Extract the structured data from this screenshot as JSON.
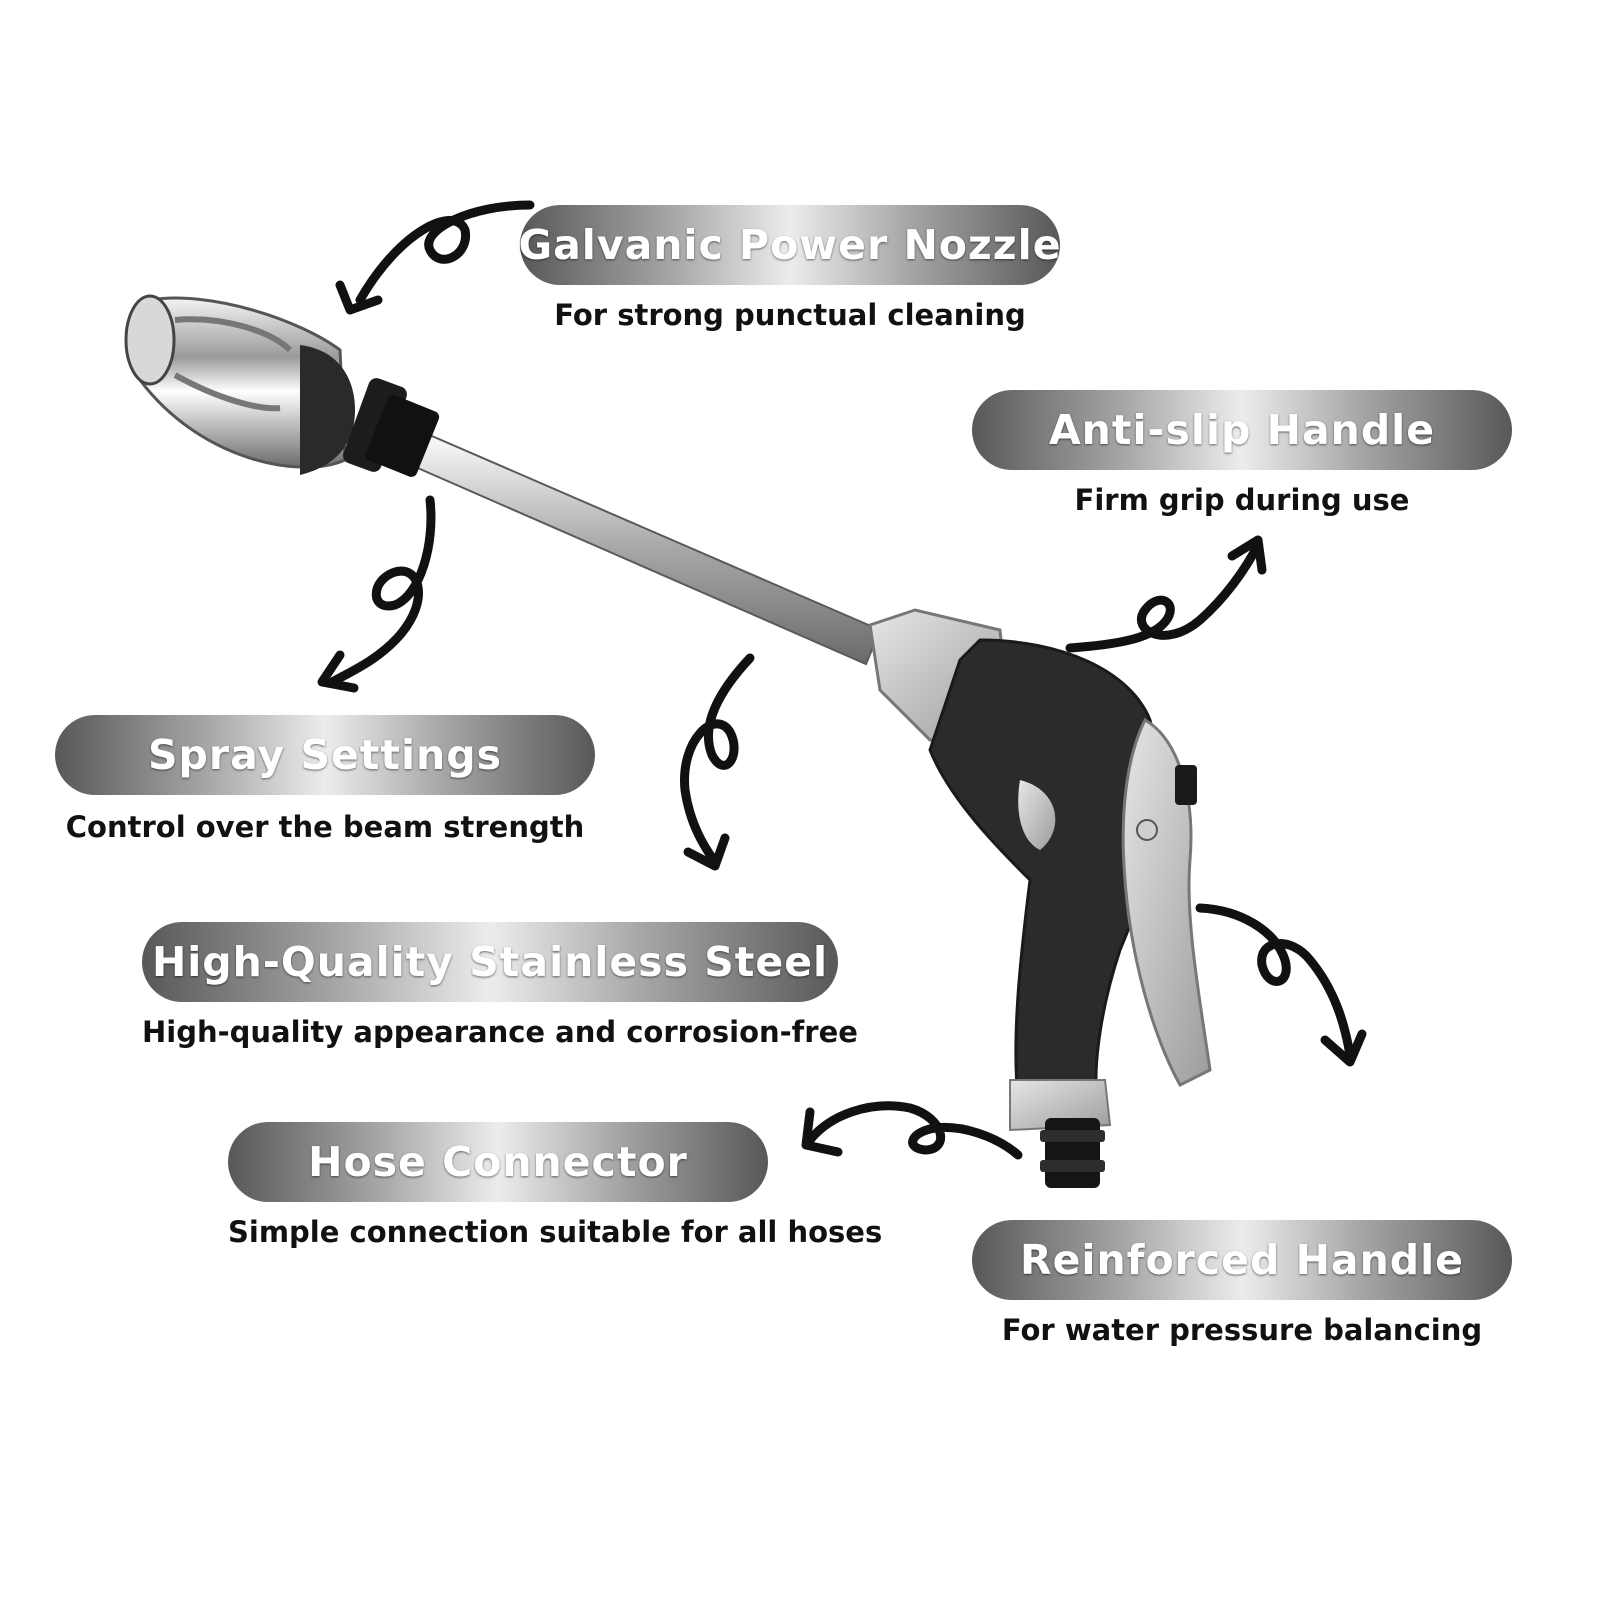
{
  "features": [
    {
      "title": "Galvanic Power Nozzle",
      "subtitle": "For strong punctual cleaning"
    },
    {
      "title": "Anti-slip Handle",
      "subtitle": "Firm grip during use"
    },
    {
      "title": "Spray Settings",
      "subtitle": "Control over the beam strength"
    },
    {
      "title": "High-Quality Stainless Steel",
      "subtitle": "High-quality appearance and corrosion-free"
    },
    {
      "title": "Hose Connector",
      "subtitle": "Simple connection suitable for all hoses"
    },
    {
      "title": "Reinforced Handle",
      "subtitle": "For water pressure balancing"
    }
  ],
  "colors": {
    "pill_dark": "#585858",
    "pill_light": "#ececec",
    "text": "#111111",
    "grip": "#2b2b2b",
    "steel": "#c8c8c8"
  },
  "icons": [
    "curly-arrow-icon",
    "spray-gun-illustration"
  ]
}
